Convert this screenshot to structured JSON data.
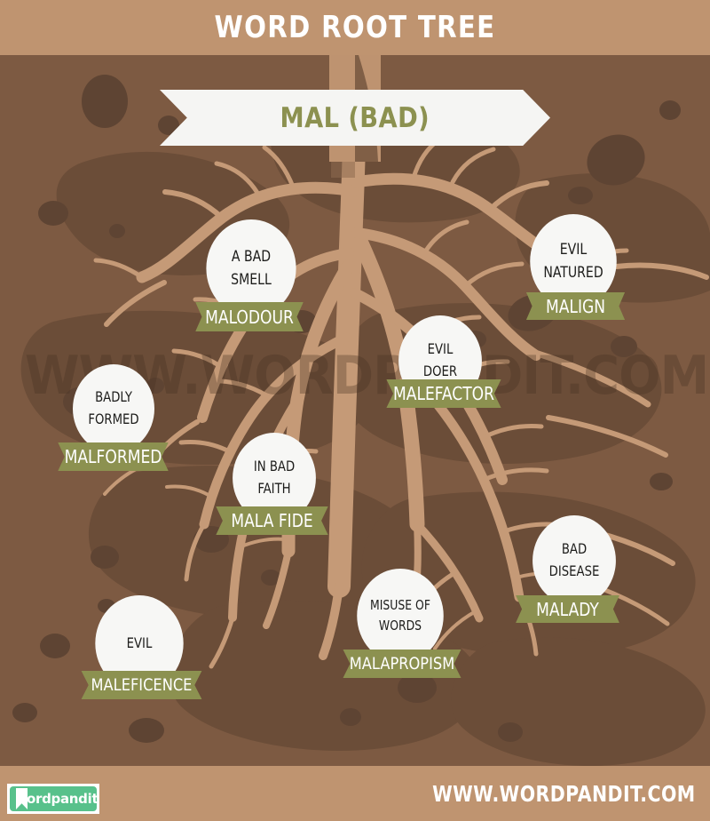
{
  "header": {
    "title": "WORD ROOT TREE"
  },
  "main_banner": {
    "label": "MAL (BAD)"
  },
  "watermark": {
    "text": "WWW.WORDPANDIT.COM"
  },
  "footer": {
    "url": "WWW.WORDPANDIT.COM",
    "logo_text": "ordpandit",
    "logo_full": "wordpandit"
  },
  "colors": {
    "band": "#BF9470",
    "soil": "#7D5A42",
    "soil_dark": "#5E4433",
    "root": "#C59A77",
    "ribbon_green": "#8C9150",
    "bubble": "#F7F7F5",
    "title_text": "#FFFFFF",
    "logo_green": "#58C18B"
  },
  "nodes": [
    {
      "id": "malodour",
      "meaning_line1": "A BAD",
      "meaning_line2": "SMELL",
      "word": "MALODOUR"
    },
    {
      "id": "malign",
      "meaning_line1": "EVIL",
      "meaning_line2": "NATURED",
      "word": "MALIGN"
    },
    {
      "id": "malefactor",
      "meaning_line1": "EVIL",
      "meaning_line2": "DOER",
      "word": "MALEFACTOR"
    },
    {
      "id": "malformed",
      "meaning_line1": "BADLY",
      "meaning_line2": "FORMED",
      "word": "MALFORMED"
    },
    {
      "id": "mala-fide",
      "meaning_line1": "IN BAD",
      "meaning_line2": "FAITH",
      "word": "MALA FIDE"
    },
    {
      "id": "malady",
      "meaning_line1": "BAD",
      "meaning_line2": "DISEASE",
      "word": "MALADY"
    },
    {
      "id": "malapropism",
      "meaning_line1": "MISUSE OF",
      "meaning_line2": "WORDS",
      "word": "MALAPROPISM"
    },
    {
      "id": "maleficence",
      "meaning_line1": "EVIL",
      "meaning_line2": "",
      "word": "MALEFICENCE"
    }
  ]
}
